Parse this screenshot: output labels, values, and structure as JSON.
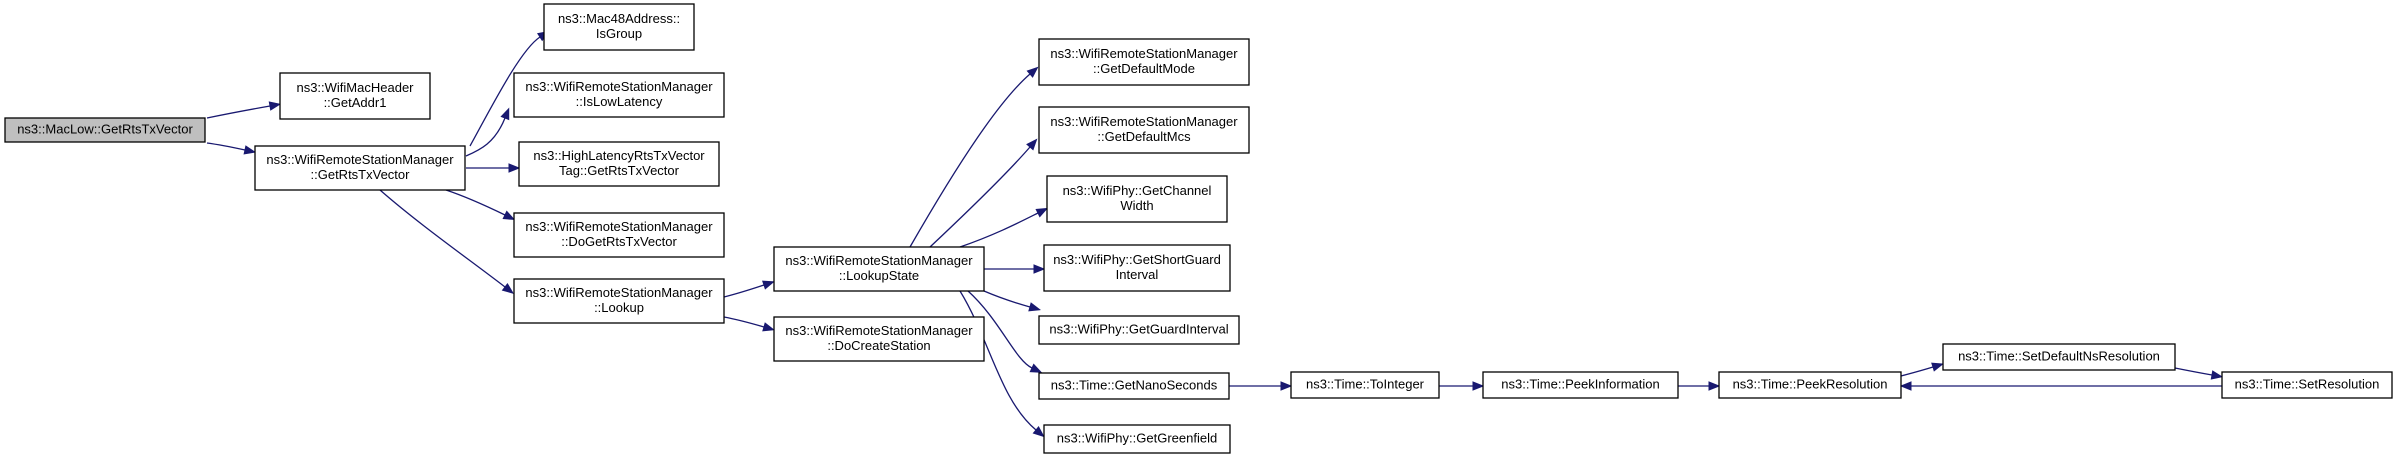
{
  "graph": {
    "title": "",
    "edge_color": "#191970",
    "root_fill": "#bfbfbf",
    "nodes": [
      {
        "id": "n0",
        "root": true,
        "lines": [
          "ns3::MacLow::GetRtsTxVector"
        ]
      },
      {
        "id": "n1",
        "lines": [
          "ns3::WifiMacHeader",
          "::GetAddr1"
        ]
      },
      {
        "id": "n2",
        "lines": [
          "ns3::WifiRemoteStationManager",
          "::GetRtsTxVector"
        ]
      },
      {
        "id": "n3",
        "lines": [
          "ns3::Mac48Address::",
          "IsGroup"
        ]
      },
      {
        "id": "n4",
        "lines": [
          "ns3::WifiRemoteStationManager",
          "::IsLowLatency"
        ]
      },
      {
        "id": "n5",
        "lines": [
          "ns3::HighLatencyRtsTxVector",
          "Tag::GetRtsTxVector"
        ]
      },
      {
        "id": "n6",
        "lines": [
          "ns3::WifiRemoteStationManager",
          "::DoGetRtsTxVector"
        ]
      },
      {
        "id": "n7",
        "lines": [
          "ns3::WifiRemoteStationManager",
          "::Lookup"
        ]
      },
      {
        "id": "n8",
        "lines": [
          "ns3::WifiRemoteStationManager",
          "::LookupState"
        ]
      },
      {
        "id": "n9",
        "lines": [
          "ns3::WifiRemoteStationManager",
          "::DoCreateStation"
        ]
      },
      {
        "id": "n10",
        "lines": [
          "ns3::WifiRemoteStationManager",
          "::GetDefaultMode"
        ]
      },
      {
        "id": "n11",
        "lines": [
          "ns3::WifiRemoteStationManager",
          "::GetDefaultMcs"
        ]
      },
      {
        "id": "n12",
        "lines": [
          "ns3::WifiPhy::GetChannel",
          "Width"
        ]
      },
      {
        "id": "n13",
        "lines": [
          "ns3::WifiPhy::GetShortGuard",
          "Interval"
        ]
      },
      {
        "id": "n14",
        "lines": [
          "ns3::WifiPhy::GetGuardInterval"
        ]
      },
      {
        "id": "n15",
        "lines": [
          "ns3::Time::GetNanoSeconds"
        ]
      },
      {
        "id": "n16",
        "lines": [
          "ns3::WifiPhy::GetGreenfield"
        ]
      },
      {
        "id": "n17",
        "lines": [
          "ns3::Time::ToInteger"
        ]
      },
      {
        "id": "n18",
        "lines": [
          "ns3::Time::PeekInformation"
        ]
      },
      {
        "id": "n19",
        "lines": [
          "ns3::Time::PeekResolution"
        ]
      },
      {
        "id": "n20",
        "lines": [
          "ns3::Time::SetDefaultNsResolution"
        ]
      },
      {
        "id": "n21",
        "lines": [
          "ns3::Time::SetResolution"
        ]
      }
    ],
    "edges": [
      {
        "from": "n0",
        "to": "n1"
      },
      {
        "from": "n0",
        "to": "n2"
      },
      {
        "from": "n2",
        "to": "n3"
      },
      {
        "from": "n2",
        "to": "n4"
      },
      {
        "from": "n2",
        "to": "n5"
      },
      {
        "from": "n2",
        "to": "n6"
      },
      {
        "from": "n2",
        "to": "n7"
      },
      {
        "from": "n7",
        "to": "n8"
      },
      {
        "from": "n7",
        "to": "n9"
      },
      {
        "from": "n8",
        "to": "n10"
      },
      {
        "from": "n8",
        "to": "n11"
      },
      {
        "from": "n8",
        "to": "n12"
      },
      {
        "from": "n8",
        "to": "n13"
      },
      {
        "from": "n8",
        "to": "n14"
      },
      {
        "from": "n8",
        "to": "n15"
      },
      {
        "from": "n8",
        "to": "n16"
      },
      {
        "from": "n15",
        "to": "n17"
      },
      {
        "from": "n17",
        "to": "n18"
      },
      {
        "from": "n18",
        "to": "n19"
      },
      {
        "from": "n19",
        "to": "n20"
      },
      {
        "from": "n20",
        "to": "n21"
      },
      {
        "from": "n21",
        "to": "n19"
      }
    ]
  }
}
